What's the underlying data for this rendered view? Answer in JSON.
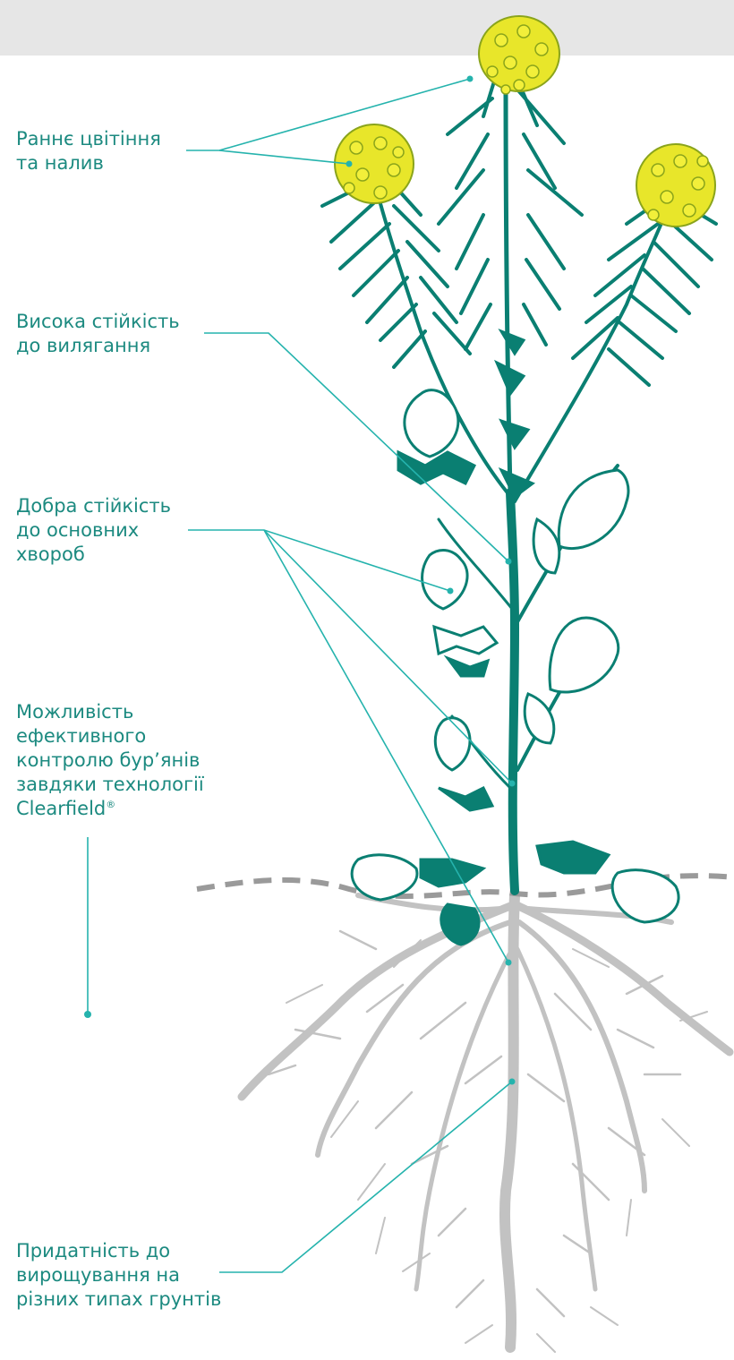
{
  "colors": {
    "label_text": "#1c8a80",
    "leader_line": "#25b3ad",
    "plant": "#0a7f72",
    "flower": "#e8e62a",
    "flower_outline": "#8aa41b",
    "roots": "#c2c2c2",
    "soil_line": "#9a9a9a",
    "top_band": "#e6e6e6"
  },
  "labels": {
    "early_flowering": "Раннє цвітіння\nта налив",
    "lodging": "Висока стійкість\nдо вилягання",
    "disease": "Добра стійкість\nдо основних\nхвороб",
    "weed_control": "Можливість\nефективного\nконтролю бур’янів\nзавдяки технології\nClearfield",
    "weed_control_mark": "®",
    "soils": "Придатність до\nвирощування на\nрізних типах грунтів"
  },
  "icons": {
    "plant": "rapeseed-plant-illustration",
    "flowers": "rapeseed-flower-cluster",
    "roots": "root-system",
    "soil": "soil-surface-dashed-line"
  }
}
